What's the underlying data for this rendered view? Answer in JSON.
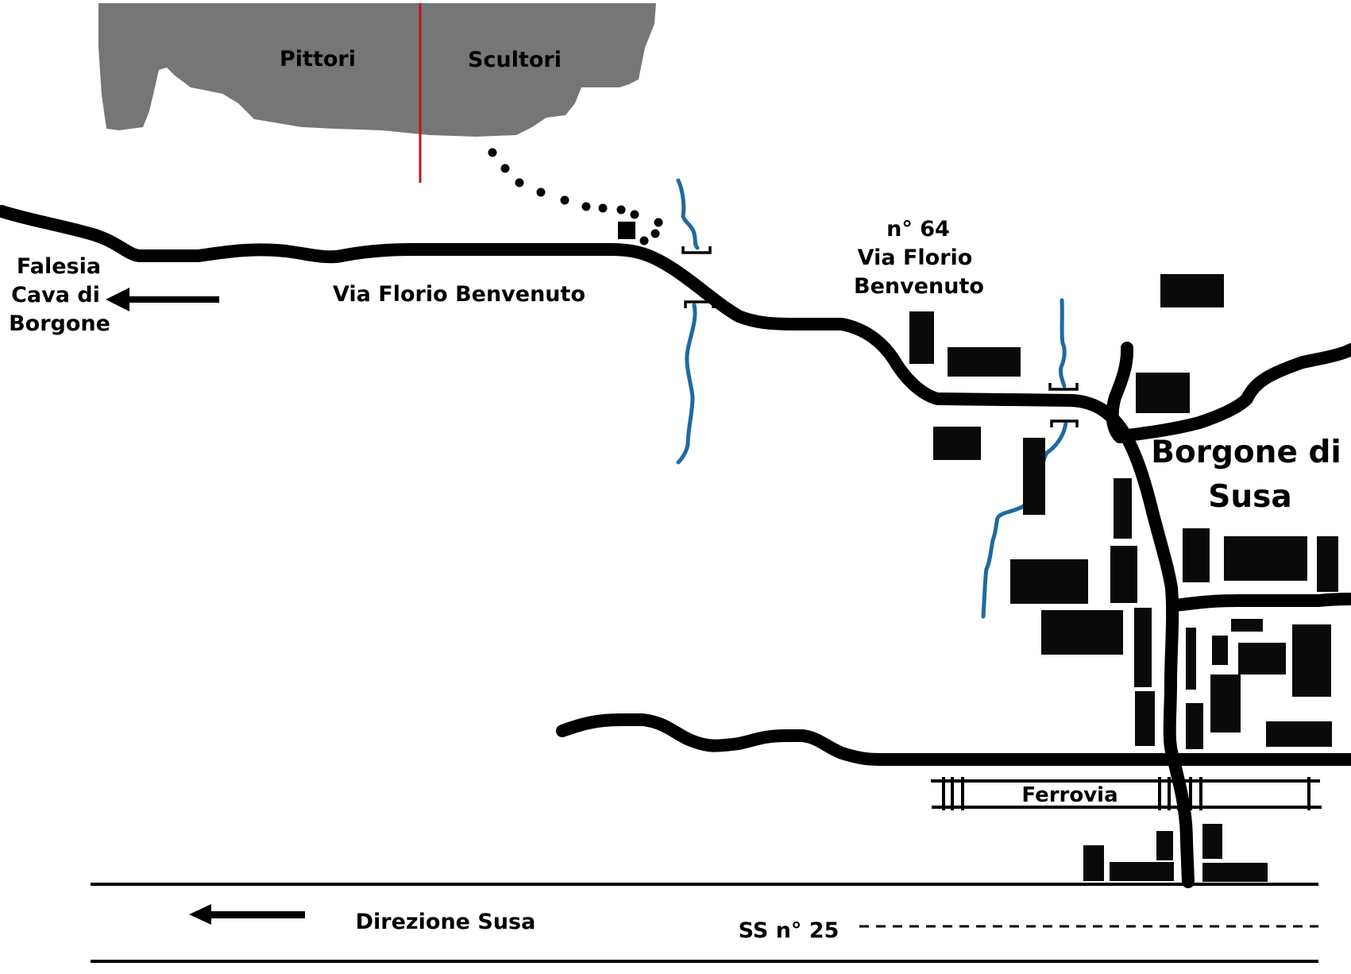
{
  "map": {
    "colors": {
      "cliff": "#767676",
      "divider": "#c0121c",
      "road": "#000000",
      "river": "#1f6aa0",
      "building": "#0a0a0a",
      "background": "#ffffff"
    },
    "cliff_sectors": {
      "left": "Pittori",
      "right": "Scultori"
    },
    "labels": {
      "falesia_line1": "Falesia",
      "falesia_line2": "Cava di",
      "falesia_line3": "Borgone",
      "main_road": "Via Florio Benvenuto",
      "address_line1": "n° 64",
      "address_line2": "Via Florio",
      "address_line3": "Benvenuto",
      "town_line1": "Borgone di",
      "town_line2": "Susa",
      "railway": "Ferrovia",
      "direction": "Direzione Susa",
      "highway": "SS n° 25"
    },
    "icons": {
      "falesia_arrow": "arrow-left-icon",
      "direction_arrow": "arrow-left-icon",
      "parking": "parking-square-icon",
      "bridge": "bridge-icon"
    }
  }
}
